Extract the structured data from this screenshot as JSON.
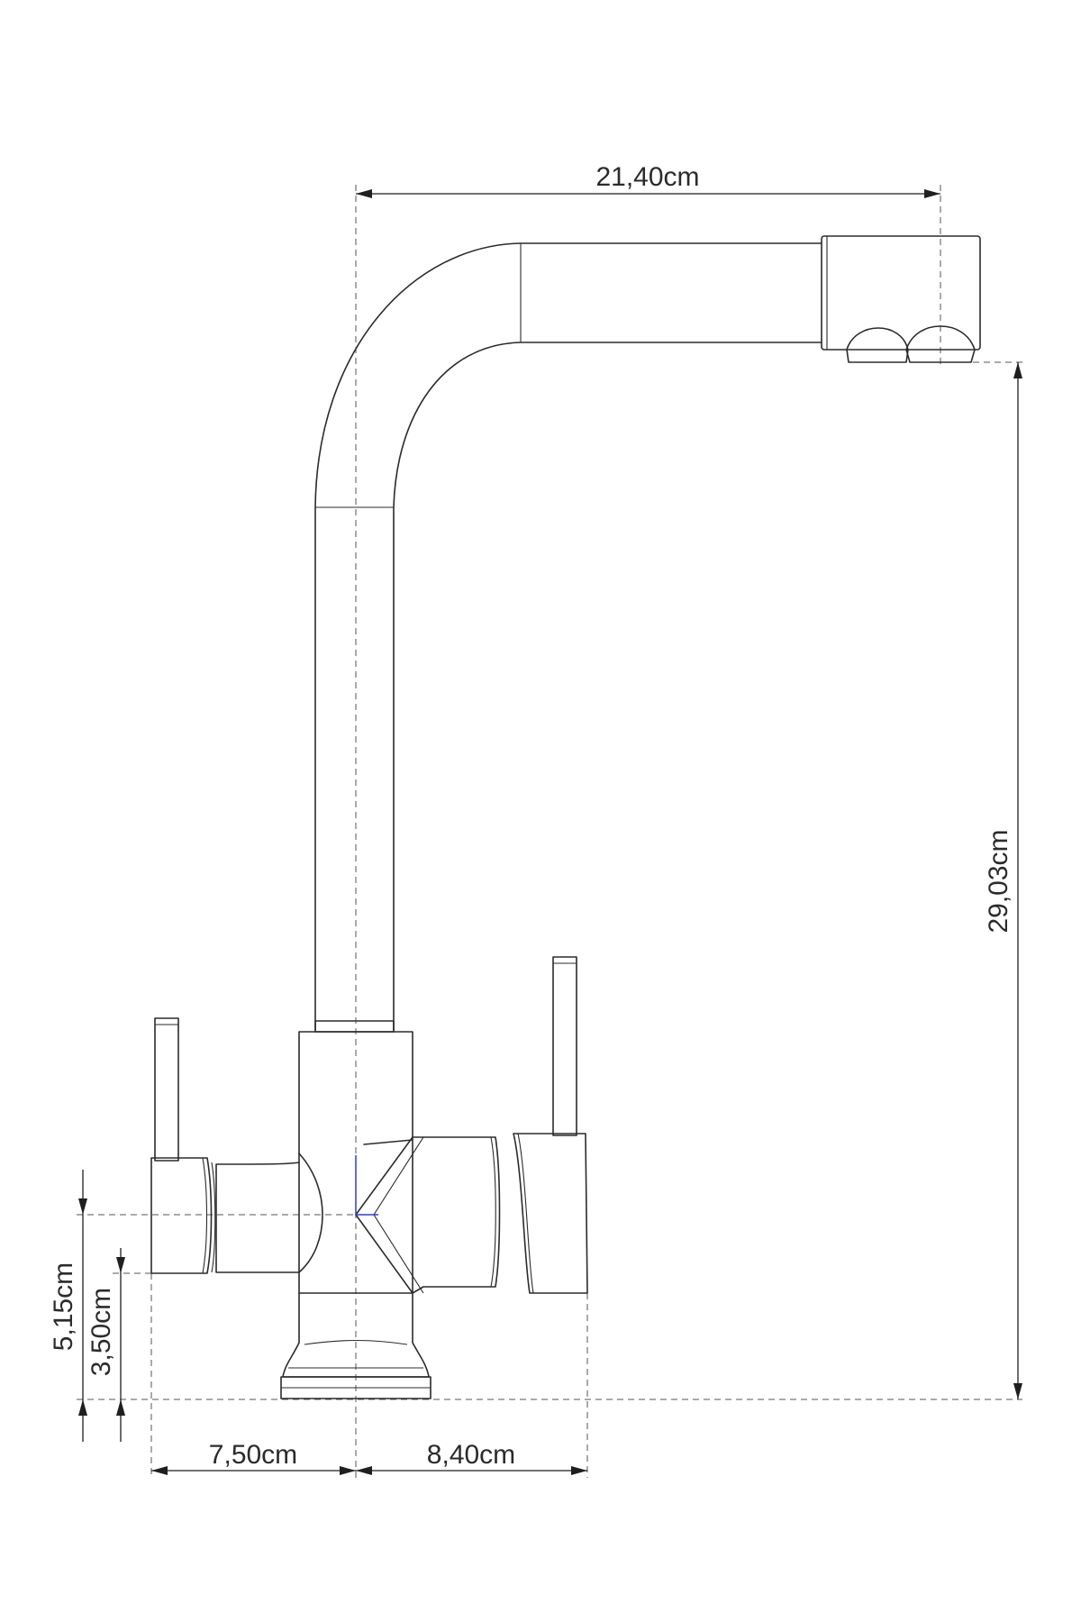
{
  "dimensions": {
    "spout_reach": "21,40cm",
    "spout_height": "29,03cm",
    "left_handle_offset": "7,50cm",
    "right_handle_offset": "8,40cm",
    "handle_axis_height": "5,15cm",
    "handle_lower_height": "3,50cm"
  },
  "colors": {
    "line": "#2b2b2b",
    "center_mark": "#2a3fd6",
    "background": "#ffffff"
  }
}
